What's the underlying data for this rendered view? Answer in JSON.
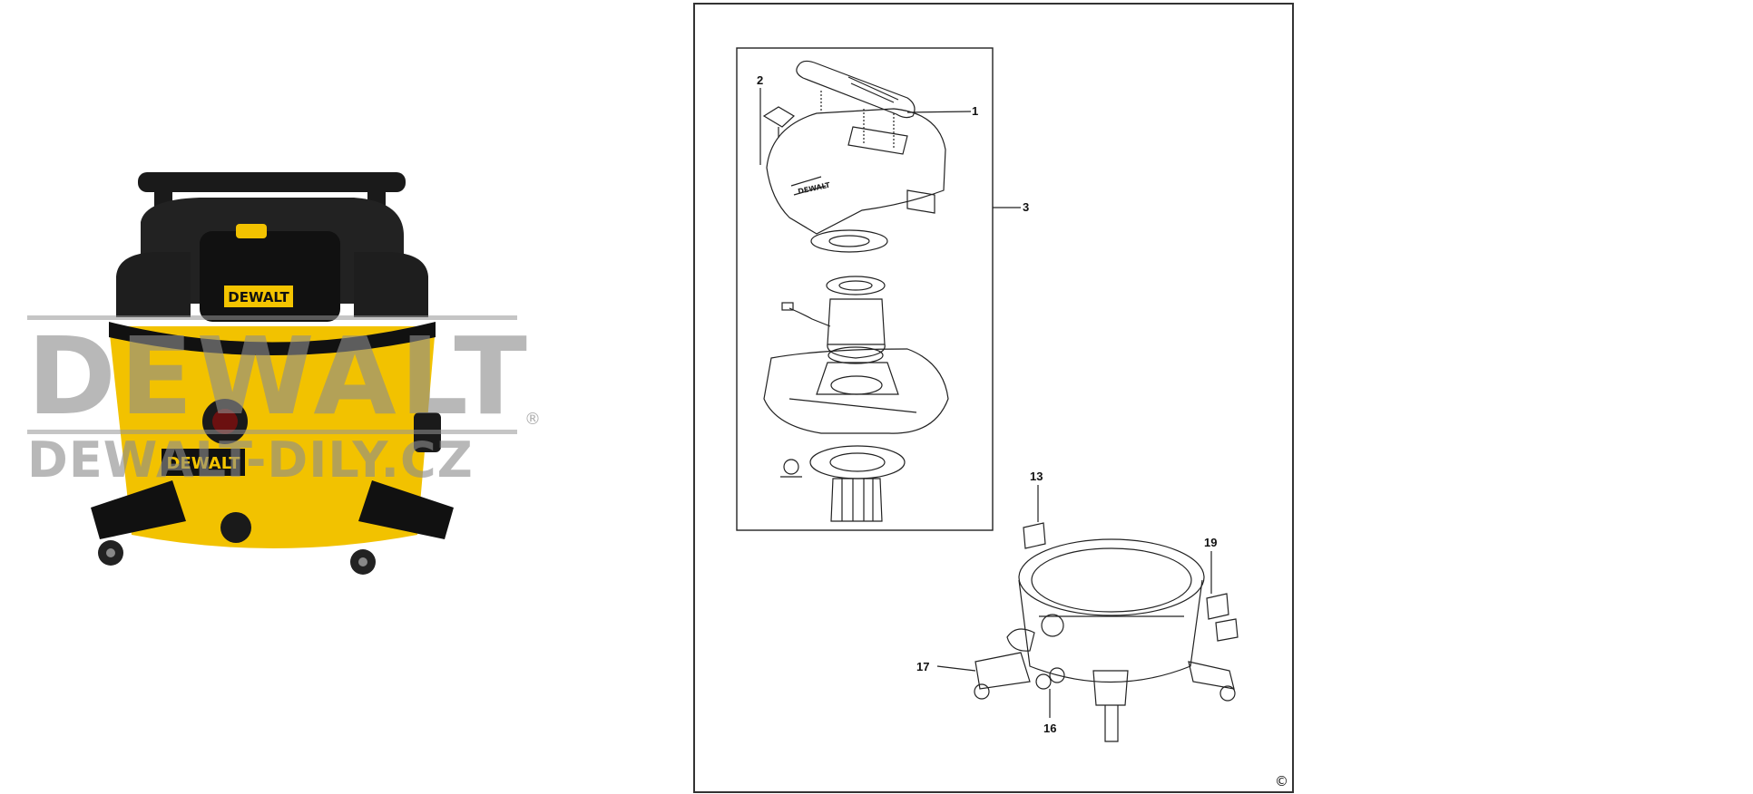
{
  "watermark": {
    "brand": "DEWALT",
    "registered": "®",
    "site": "DEWALT-DILY.CZ"
  },
  "product_photo": {
    "brand_logo": "DEWALT",
    "colors": {
      "yellow": "#f2c200",
      "black": "#1a1a1a",
      "logo_yellow": "#f4c400"
    }
  },
  "diagram": {
    "callouts": [
      {
        "label": "1"
      },
      {
        "label": "2"
      },
      {
        "label": "3"
      },
      {
        "label": "13"
      },
      {
        "label": "19"
      },
      {
        "label": "17"
      },
      {
        "label": "16"
      }
    ],
    "lid_logo": "DEWALT",
    "copyright": "©"
  }
}
